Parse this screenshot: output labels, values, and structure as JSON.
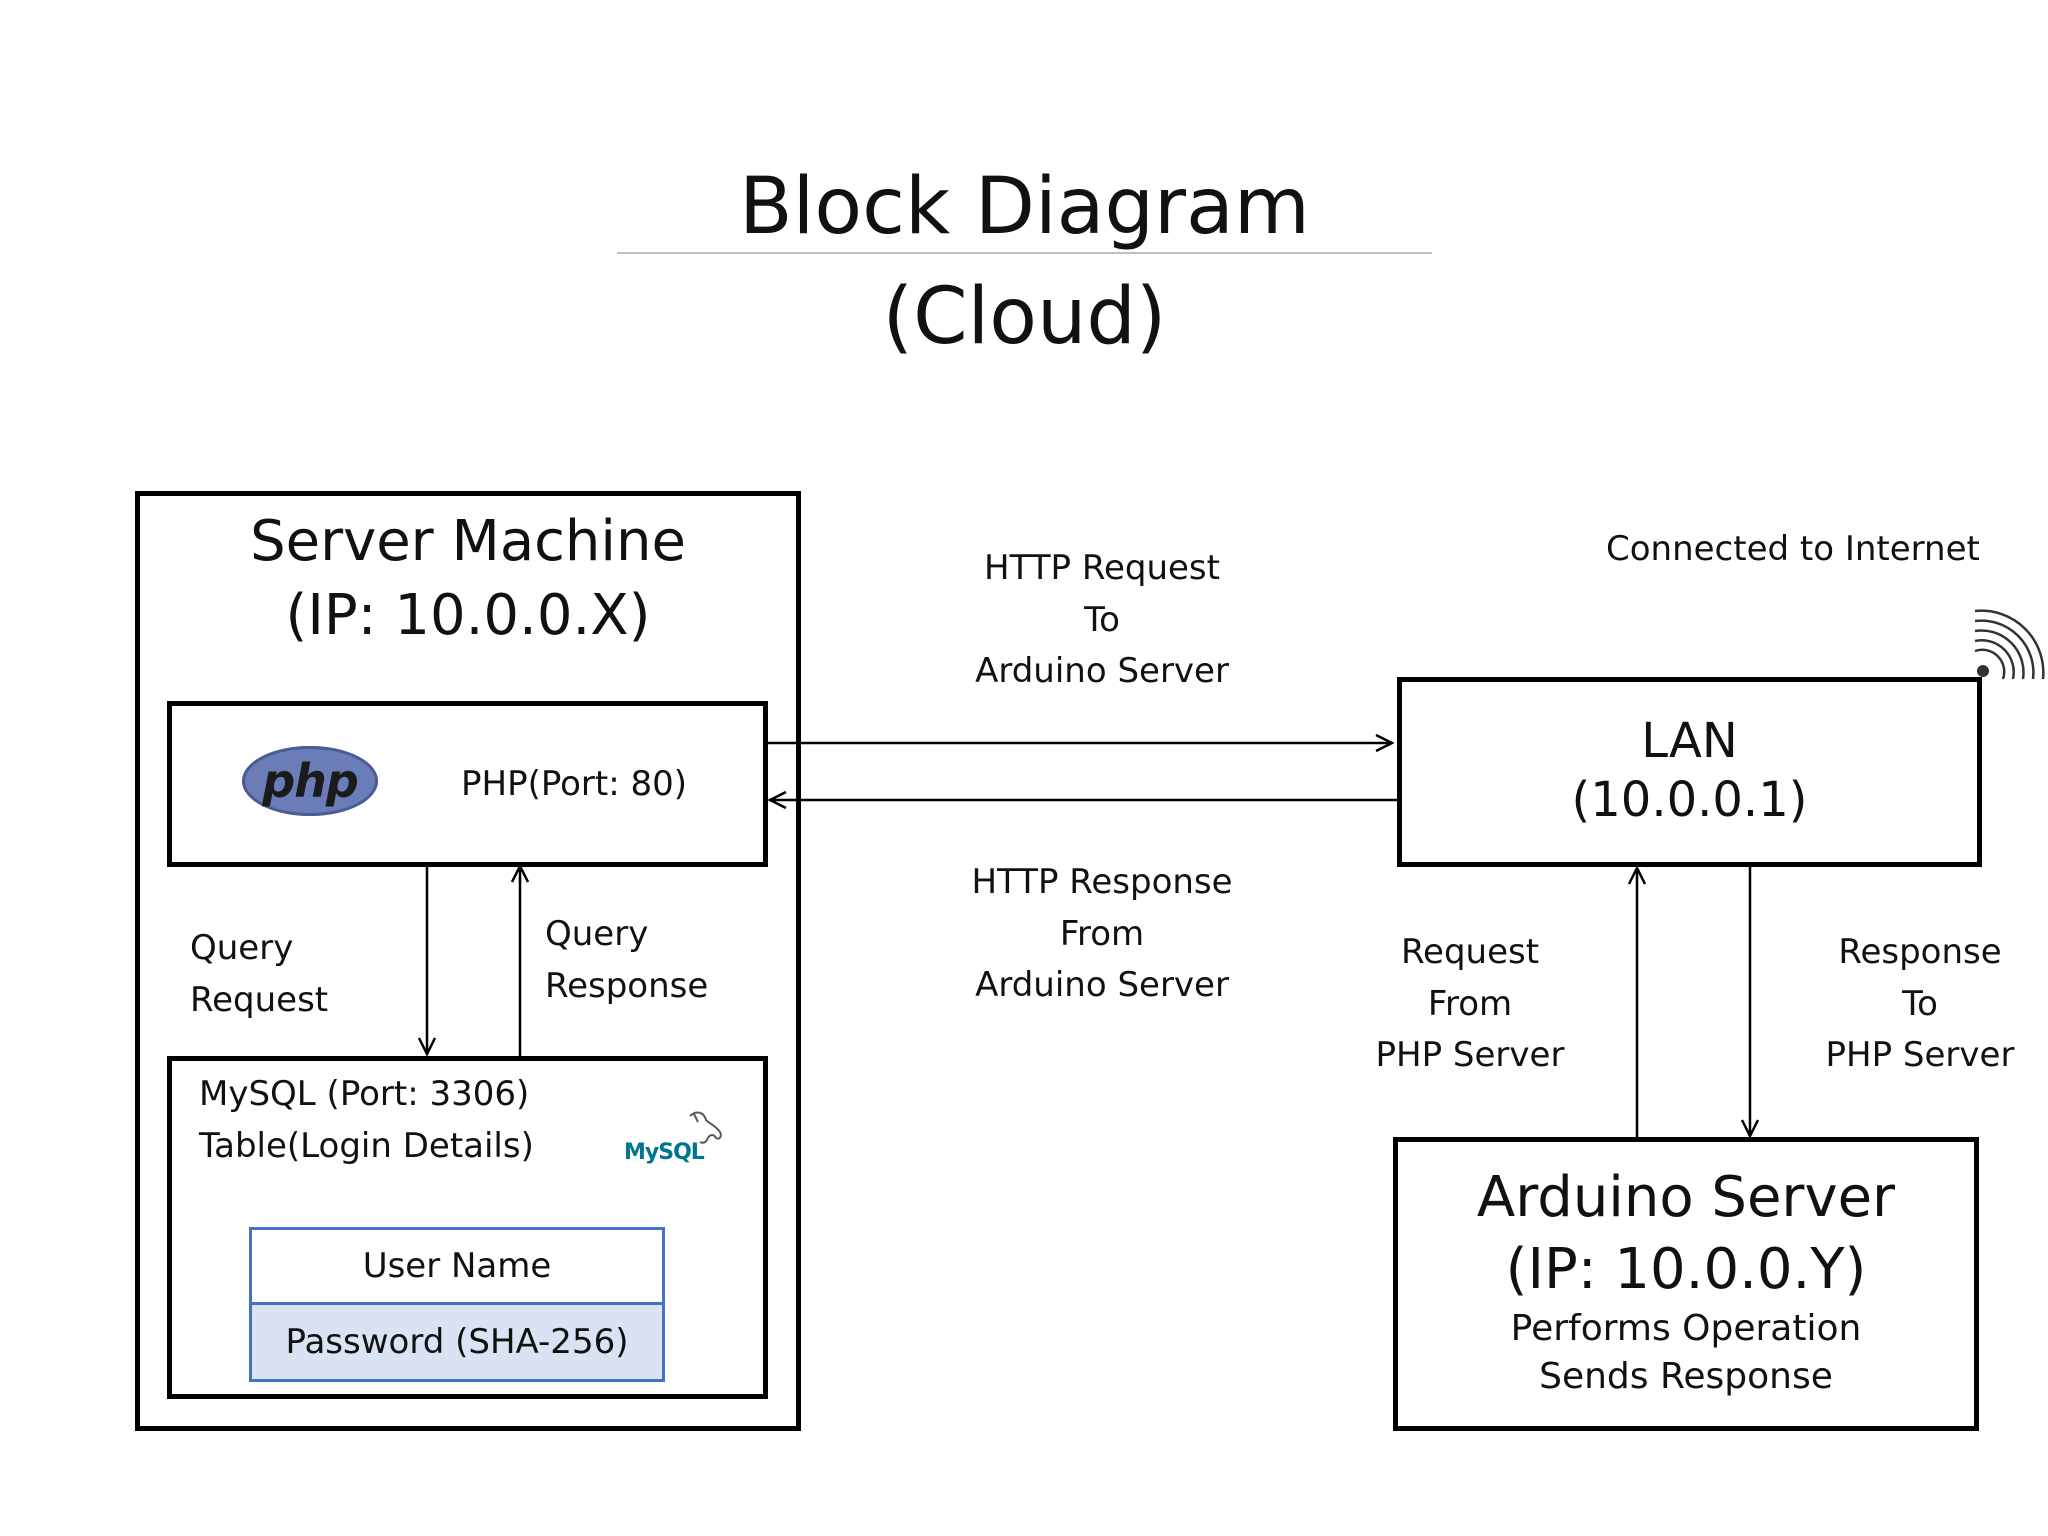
{
  "title": {
    "line1": "Block Diagram",
    "line2": "(Cloud)"
  },
  "server_machine": {
    "title": "Server Machine",
    "ip": "(IP: 10.0.0.X)",
    "php": {
      "logo_text": "php",
      "label": "PHP(Port: 80)"
    },
    "mysql": {
      "line1": "MySQL (Port: 3306)",
      "line2": "Table(Login Details)",
      "logo_text": "MySQL",
      "table": {
        "row1": "User Name",
        "row2": "Password (SHA-256)"
      }
    },
    "query_request": {
      "line1": "Query",
      "line2": "Request"
    },
    "query_response": {
      "line1": "Query",
      "line2": "Response"
    }
  },
  "http_request": {
    "line1": "HTTP Request",
    "line2": "To",
    "line3": "Arduino Server"
  },
  "http_response": {
    "line1": "HTTP Response",
    "line2": "From",
    "line3": "Arduino Server"
  },
  "internet_label": "Connected to Internet",
  "lan": {
    "line1": "LAN",
    "line2": "(10.0.0.1)"
  },
  "request_from_php": {
    "line1": "Request",
    "line2": "From",
    "line3": "PHP Server"
  },
  "response_to_php": {
    "line1": "Response",
    "line2": "To",
    "line3": "PHP Server"
  },
  "arduino": {
    "title": "Arduino Server",
    "ip": "(IP: 10.0.0.Y)",
    "line3": "Performs Operation",
    "line4": "Sends Response"
  },
  "colors": {
    "php_logo": "#6b7db8",
    "table_border": "#4472c4",
    "table_row2_fill": "#dae3f3",
    "mysql_blue": "#00758f",
    "mysql_orange": "#e48e00"
  }
}
